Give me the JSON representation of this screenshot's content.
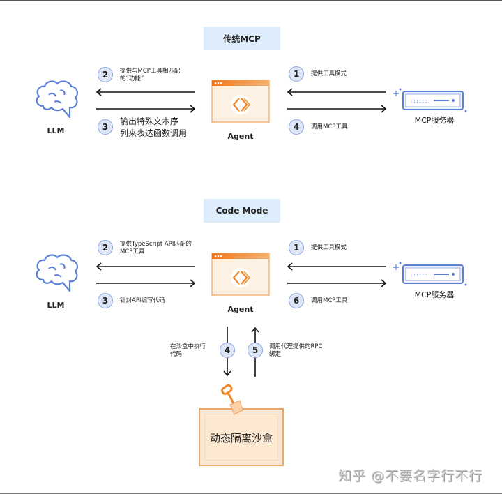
{
  "sections": {
    "traditional": {
      "title": "传统MCP",
      "llm_label": "LLM",
      "agent_label": "Agent",
      "server_label": "MCP服务器",
      "steps": [
        {
          "num": "2",
          "text_line1": "提供与MCP工具相匹配",
          "text_line2": "的“功能”"
        },
        {
          "num": "3",
          "text_line1": "输出特殊文本序",
          "text_line2": "列来表达函数调用"
        },
        {
          "num": "1",
          "text": "提供工具模式"
        },
        {
          "num": "4",
          "text": "调用MCP工具"
        }
      ]
    },
    "code_mode": {
      "title": "Code Mode",
      "llm_label": "LLM",
      "agent_label": "Agent",
      "server_label": "MCP服务器",
      "steps": [
        {
          "num": "2",
          "text_line1": "提供TypeScript API匹配的",
          "text_line2": "MCP工具"
        },
        {
          "num": "3",
          "text": "针对API编写代码"
        },
        {
          "num": "1",
          "text": "提供工具模式"
        },
        {
          "num": "6",
          "text": "调用MCP工具"
        },
        {
          "num": "4",
          "text_line1": "在沙盒中执行",
          "text_line2": "代码"
        },
        {
          "num": "5",
          "text_line1": "调用代理提供的RPC",
          "text_line2": "绑定"
        }
      ],
      "sandbox_label": "动态隔离沙盒"
    }
  },
  "watermark": "知乎 @不要名字行不行",
  "colors": {
    "title_bg": "#deedfb",
    "step_fill": "#dde6f7",
    "step_border": "#8aa4dc",
    "icon_blue": "#5b7fd6",
    "agent_orange": "#f0862a",
    "sandbox_bg": "#fbe8d2"
  }
}
